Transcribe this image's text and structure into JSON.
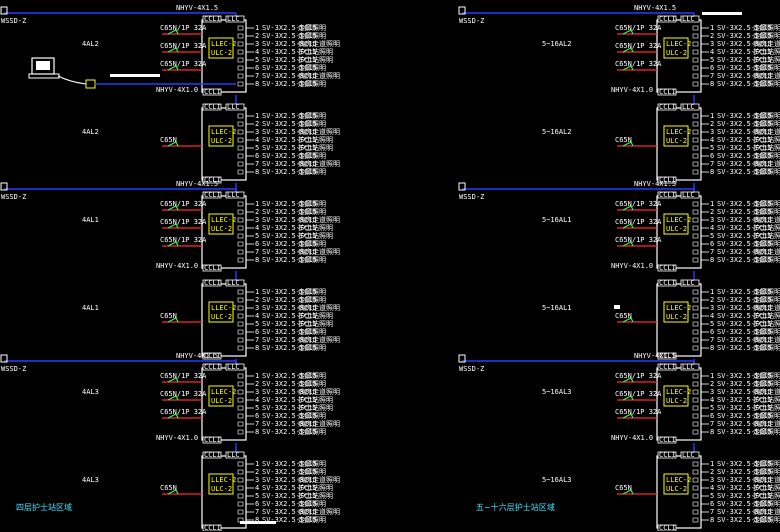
{
  "colors": {
    "background": "#000000",
    "bus": "#2b3cff",
    "feeder": "#ff2a2a",
    "breaker": "#2bff3a",
    "meter_box": "#ffff00",
    "panel": "#ffffff",
    "title": "#39e6ff"
  },
  "icons": [
    "monitor-workstation-icon",
    "sub-panel-icon",
    "modem-icon"
  ],
  "left": {
    "title": "四层护士站区域",
    "groups": [
      {
        "wssd": "WSSD-Z",
        "panels": [
          {
            "id": "4AL2",
            "breakers": [
              "C65N/1P 32A",
              "C65N/1P 32A",
              "C65N/1P 32A"
            ],
            "cable": "NHYV-4X1.0"
          },
          {
            "id": "4AL2",
            "breakers": [
              "C65N"
            ]
          }
        ]
      },
      {
        "wssd": "WSSD-Z",
        "panels": [
          {
            "id": "4AL1",
            "breakers": [
              "C65N/1P 32A",
              "C65N/1P 32A",
              "C65N/1P 32A"
            ],
            "cable": "NHYV-4X1.0"
          },
          {
            "id": "4AL1",
            "breakers": [
              "C65N"
            ]
          }
        ]
      },
      {
        "wssd": "WSSD-Z",
        "panels": [
          {
            "id": "4AL3",
            "breakers": [
              "C65N/1P 32A",
              "C65N/1P 32A",
              "C65N/1P 32A"
            ],
            "cable": "NHYV-4X1.0"
          },
          {
            "id": "4AL3",
            "breakers": [
              "C65N"
            ]
          }
        ]
      }
    ]
  },
  "right": {
    "title": "五~十六层护士站区域",
    "groups": [
      {
        "wssd": "WSSD-Z",
        "panels": [
          {
            "id": "5~16AL2",
            "breakers": [
              "C65N/1P 32A",
              "C65N/1P 32A",
              "C65N/1P 32A"
            ],
            "cable": "NHYV-4X1.0"
          },
          {
            "id": "5~16AL2",
            "breakers": [
              "C65N"
            ]
          }
        ]
      },
      {
        "wssd": "WSSD-Z",
        "panels": [
          {
            "id": "5~16AL1",
            "breakers": [
              "C65N/1P 32A",
              "C65N/1P 32A",
              "C65N/1P 32A"
            ],
            "cable": "NHYV-4X1.0"
          },
          {
            "id": "5~16AL1",
            "breakers": [
              "C65N"
            ]
          }
        ]
      },
      {
        "wssd": "WSSD-Z",
        "panels": [
          {
            "id": "5~16AL3",
            "breakers": [
              "C65N/1P 32A",
              "C65N/1P 32A",
              "C65N/1P 32A"
            ],
            "cable": "NHYV-4X1.0"
          },
          {
            "id": "5~16AL3",
            "breakers": [
              "C65N"
            ]
          }
        ]
      }
    ]
  },
  "bus_label": "NHYV-4X1.5",
  "module_label": "LLEC-2",
  "module_sub": "ULC-2",
  "panel_header": [
    "CCLI",
    "LLC"
  ],
  "circuits": [
    {
      "no": "1",
      "spec": "SV-3X2.5-SC15",
      "desc": "走廊照明"
    },
    {
      "no": "2",
      "spec": "SV-3X2.5-SC15",
      "desc": "走廊照明"
    },
    {
      "no": "3",
      "spec": "SV-3X2.5-SC15",
      "desc": "病房走道照明"
    },
    {
      "no": "4",
      "spec": "SV-3X2.5-SC15",
      "desc": "护士站照明"
    },
    {
      "no": "5",
      "spec": "SV-3X2.5-SC15",
      "desc": "护士站照明"
    },
    {
      "no": "6",
      "spec": "SV-3X2.5-SC15",
      "desc": "走廊照明"
    },
    {
      "no": "7",
      "spec": "SV-3X2.5-SC15",
      "desc": "病房走道照明"
    },
    {
      "no": "8",
      "spec": "SV-3X2.5-SC15",
      "desc": "走廊照明"
    }
  ]
}
